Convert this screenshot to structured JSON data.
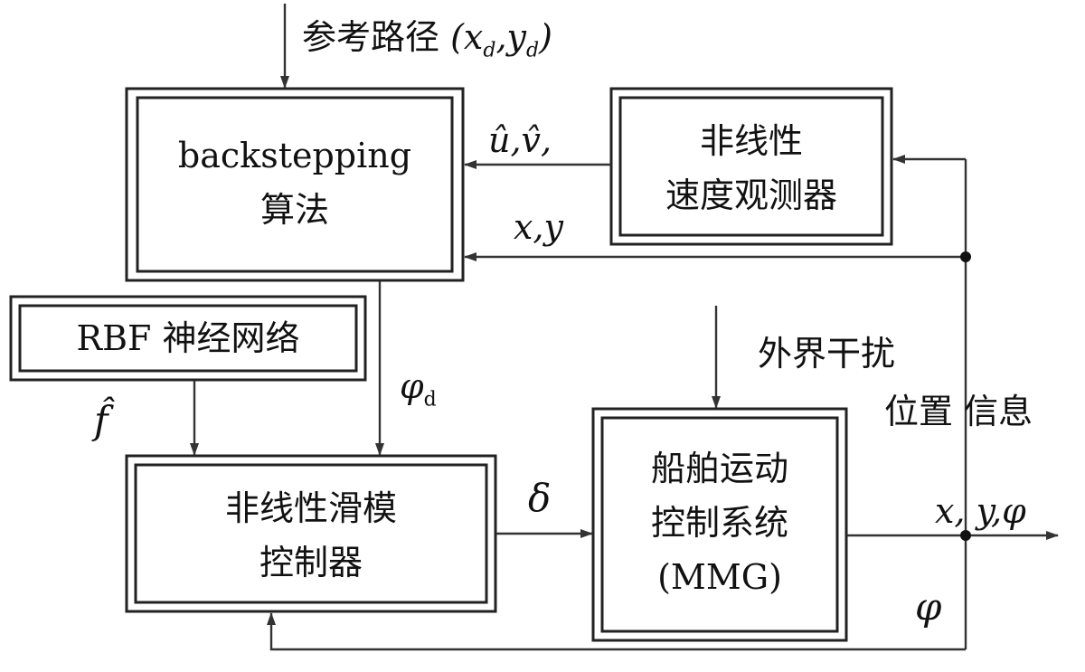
{
  "diagram": {
    "reference_label": "参考路径",
    "reference_vars": "(x",
    "ref_sub_d1": "d",
    "ref_comma": ",y",
    "ref_sub_d2": "d",
    "ref_close": ")",
    "backstepping_line1": "backstepping",
    "backstepping_line2": "算法",
    "observer_line1": "非线性",
    "observer_line2": "速度观测器",
    "observer_output": "û,v̂,",
    "xy_feedback": "x,y",
    "rbf_label": "RBF 神经网络",
    "f_hat": "f̂",
    "phi_d": "φ",
    "phi_d_sub": "d",
    "disturbance": "外界干扰",
    "position_info": "位置 信息",
    "smc_line1": "非线性滑模",
    "smc_line2": "控制器",
    "delta": "δ",
    "ship_line1": "船舶运动",
    "ship_line2": "控制系统",
    "ship_line3": "(MMG)",
    "output_vars": "x, y,φ",
    "phi_feedback": "φ"
  }
}
